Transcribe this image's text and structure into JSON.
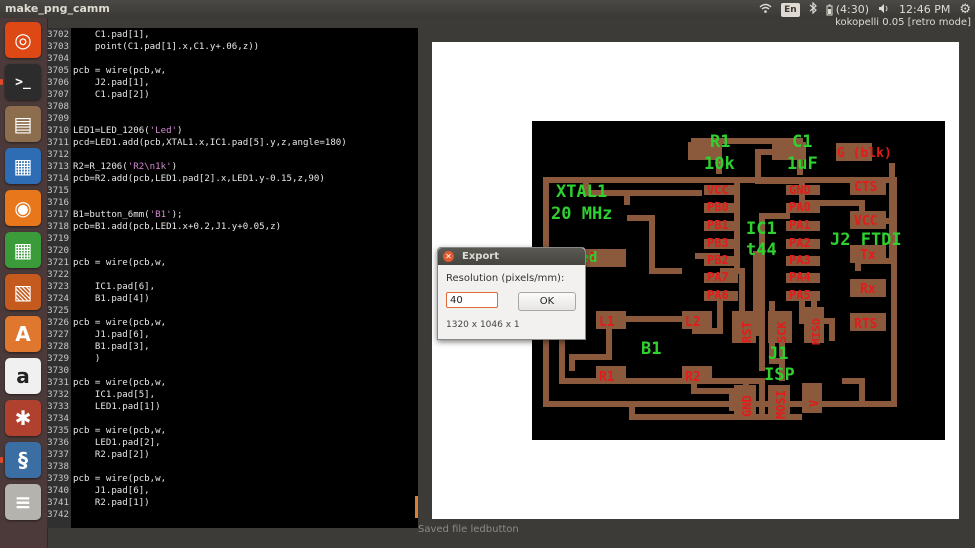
{
  "topbar": {
    "window_title": "make_png_camm",
    "keyboard_lang": "En",
    "battery": "(4:30)",
    "clock": "12:46 PM",
    "app_title": "kokopelli 0.05 [retro mode]"
  },
  "launcher": {
    "items": [
      {
        "name": "ubuntu-dash-icon",
        "glyph": "◎",
        "color": "#dd4814"
      },
      {
        "name": "terminal-icon",
        "glyph": ">_",
        "color": "#2c2c2c"
      },
      {
        "name": "files-icon",
        "glyph": "▤",
        "color": "#8c6d4e"
      },
      {
        "name": "writer-icon",
        "glyph": "▦",
        "color": "#2e6db4"
      },
      {
        "name": "firefox-icon",
        "glyph": "◉",
        "color": "#e8761b"
      },
      {
        "name": "calc-icon",
        "glyph": "▦",
        "color": "#3b9b3b"
      },
      {
        "name": "impress-icon",
        "glyph": "▧",
        "color": "#c45a1e"
      },
      {
        "name": "software-center-icon",
        "glyph": "A",
        "color": "#e0772f"
      },
      {
        "name": "amazon-icon",
        "glyph": "a",
        "color": "#f0f0f0"
      },
      {
        "name": "settings-icon",
        "glyph": "✱",
        "color": "#b0412e"
      },
      {
        "name": "python-icon",
        "glyph": "§",
        "color": "#3b6fa4"
      },
      {
        "name": "workspace-icon",
        "glyph": "≡",
        "color": "#b5b3ae"
      }
    ]
  },
  "editor": {
    "lines": [
      {
        "n": "3702",
        "t": "    C1.pad[1],"
      },
      {
        "n": "3703",
        "t": "    point(C1.pad[1].x,C1.y+.06,z))"
      },
      {
        "n": "3704",
        "t": ""
      },
      {
        "n": "3705",
        "t": "pcb = wire(pcb,w,"
      },
      {
        "n": "3706",
        "t": "    J2.pad[1],"
      },
      {
        "n": "3707",
        "t": "    C1.pad[2])"
      },
      {
        "n": "3708",
        "t": ""
      },
      {
        "n": "3709",
        "t": ""
      },
      {
        "n": "3710",
        "t": "LED1=LED_1206(",
        "s": "'Led'",
        "e": ")"
      },
      {
        "n": "3711",
        "t": "pcd=LED1.add(pcb,XTAL1.x,IC1.pad[5].y,z,angle=180)"
      },
      {
        "n": "3712",
        "t": ""
      },
      {
        "n": "3713",
        "t": "R2=R_1206(",
        "s": "'R2\\n1k'",
        "e": ")"
      },
      {
        "n": "3714",
        "t": "pcb=R2.add(pcb,LED1.pad[2].x,LED1.y-0.15,z,90)"
      },
      {
        "n": "3715",
        "t": ""
      },
      {
        "n": "3716",
        "t": ""
      },
      {
        "n": "3717",
        "t": "B1=button_6mm(",
        "s": "'B1'",
        "e": ");"
      },
      {
        "n": "3718",
        "t": "pcb=B1.add(pcb,LED1.x+0.2,J1.y+0.05,z)"
      },
      {
        "n": "3719",
        "t": ""
      },
      {
        "n": "3720",
        "t": ""
      },
      {
        "n": "3721",
        "t": "pcb = wire(pcb,w,"
      },
      {
        "n": "3722",
        "t": ""
      },
      {
        "n": "3723",
        "t": "    IC1.pad[6],"
      },
      {
        "n": "3724",
        "t": "    B1.pad[4])"
      },
      {
        "n": "3725",
        "t": ""
      },
      {
        "n": "3726",
        "t": "pcb = wire(pcb,w,"
      },
      {
        "n": "3727",
        "t": "    J1.pad[6],"
      },
      {
        "n": "3728",
        "t": "    B1.pad[3],"
      },
      {
        "n": "3729",
        "t": "    )"
      },
      {
        "n": "3730",
        "t": ""
      },
      {
        "n": "3731",
        "t": "pcb = wire(pcb,w,"
      },
      {
        "n": "3732",
        "t": "    IC1.pad[5],"
      },
      {
        "n": "3733",
        "t": "    LED1.pad[1])"
      },
      {
        "n": "3734",
        "t": ""
      },
      {
        "n": "3735",
        "t": "pcb = wire(pcb,w,"
      },
      {
        "n": "3736",
        "t": "    LED1.pad[2],"
      },
      {
        "n": "3737",
        "t": "    R2.pad[2])"
      },
      {
        "n": "3738",
        "t": ""
      },
      {
        "n": "3739",
        "t": "pcb = wire(pcb,w,"
      },
      {
        "n": "3740",
        "t": "    J1.pad[6],"
      },
      {
        "n": "3741",
        "t": "    R2.pad[1])"
      },
      {
        "n": "3742",
        "t": ""
      }
    ]
  },
  "pcb": {
    "labels": {
      "r1": "R1",
      "r1_val": "10k",
      "c1": "C1",
      "c1_val": "1uF",
      "gblk": "G (blk)",
      "vcc_ic": "VCC",
      "pb0": "PB0",
      "pb1": "PB1",
      "pb3": "PB3",
      "pb2": "PB2",
      "pa7": "PA7",
      "pa6": "PA6",
      "gnd_ic": "GND",
      "pa0": "PA0",
      "pa1": "PA1",
      "pa2": "PA2",
      "pa3": "PA3",
      "pa4": "PA4",
      "pa5": "PA5",
      "ic1": "IC1",
      "t44": "t44",
      "xtal1": "XTAL1",
      "xtal_freq": "20 MHz",
      "led": "Led",
      "led_a": "A",
      "cts": "CTS",
      "vcc_ftdi": "VCC",
      "j2ftdi": "J2 FTDI",
      "tx": "Tx",
      "rx": "Rx",
      "rts": "RTS",
      "l1": "L1",
      "l2": "L2",
      "rst": "RST",
      "sck": "SCK",
      "miso": "MISO",
      "b1": "B1",
      "j1": "J1",
      "isp": "ISP",
      "r1b": "R1",
      "r2": "R2",
      "gnd_isp": "GND",
      "mosi": "MOSI",
      "v": "V"
    }
  },
  "dialog": {
    "title": "Export",
    "label": "Resolution (pixels/mm):",
    "value": "40",
    "ok": "OK",
    "size": "1320 x 1046 x 1"
  },
  "status": "Saved file ledbutton",
  "colors": {
    "trace": "#8b5a3c",
    "board": "#000000",
    "label_red": "#e31b1b",
    "label_green": "#2ed12e"
  }
}
